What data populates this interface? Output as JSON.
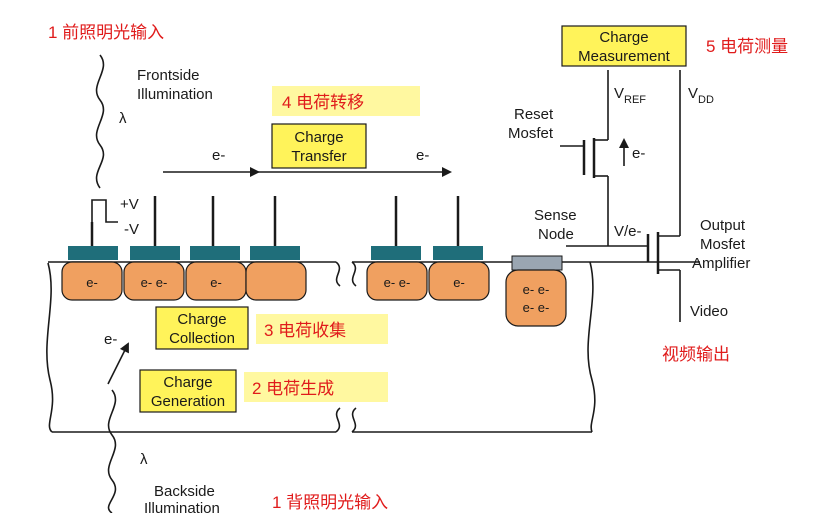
{
  "labels": {
    "frontside_cn": "1 前照明光输入",
    "frontside_en_1": "Frontside",
    "frontside_en_2": "Illumination",
    "lambda": "λ",
    "transfer_cn": "4 电荷转移",
    "transfer_box_1": "Charge",
    "transfer_box_2": "Transfer",
    "electron": "e-",
    "plus_v": "+V",
    "minus_v": "-V",
    "collection_box_1": "Charge",
    "collection_box_2": "Collection",
    "collection_cn": "3 电荷收集",
    "generation_box_1": "Charge",
    "generation_box_2": "Generation",
    "generation_cn": "2 电荷生成",
    "backside_en_1": "Backside",
    "backside_en_2": "Illumination",
    "backside_cn": "1 背照明光输入",
    "measure_box_1": "Charge",
    "measure_box_2": "Measurement",
    "measure_cn": "5 电荷测量",
    "reset_1": "Reset",
    "reset_2": "Mosfet",
    "vref_main": "V",
    "vref_sub": "REF",
    "vdd_main": "V",
    "vdd_sub": "DD",
    "sense_1": "Sense",
    "sense_2": "Node",
    "v_per_e": "V/e-",
    "output_1": "Output",
    "output_2": "Mosfet",
    "output_3": "Amplifier",
    "video": "Video",
    "video_cn": "视频输出"
  },
  "pixels": [
    {
      "text": "e-"
    },
    {
      "text": "e- e-"
    },
    {
      "text": "e-"
    },
    {
      "text": ""
    },
    {
      "text": "e- e-"
    },
    {
      "text": "e-"
    }
  ],
  "sense_node_charge": [
    "e- e-",
    "e- e-"
  ],
  "colors": {
    "pixel_fill": "#f0a060",
    "gate_fill": "#1f6e7a",
    "label_box_fill": "#fff35a",
    "highlight_fill": "#fff8a0",
    "chinese_text": "#e01b1b",
    "sense_node_fill": "#9aa6b2"
  }
}
